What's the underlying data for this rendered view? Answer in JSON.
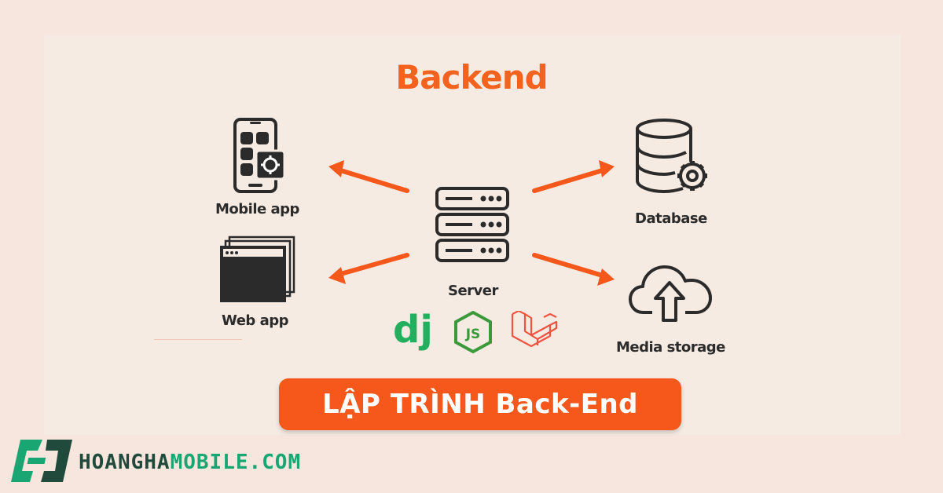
{
  "title": "Backend",
  "nodes": {
    "mobile": "Mobile app",
    "web": "Web app",
    "server": "Server",
    "database": "Database",
    "media": "Media storage"
  },
  "frameworks": [
    "django-logo",
    "nodejs-logo",
    "laravel-logo"
  ],
  "framework_text": {
    "django": "dj",
    "node": "JS"
  },
  "badge": "LẬP TRÌNH Back-End",
  "brand": {
    "part1": "HOANGHA",
    "part2": "MOBILE.COM"
  },
  "colors": {
    "accent": "#f5621e",
    "dark": "#2b2b2b",
    "brand_dark": "#1f4a3c",
    "brand_green": "#1aa673",
    "django_green": "#23b05e",
    "node_green": "#3a9a3a",
    "laravel_red": "#f05340"
  }
}
